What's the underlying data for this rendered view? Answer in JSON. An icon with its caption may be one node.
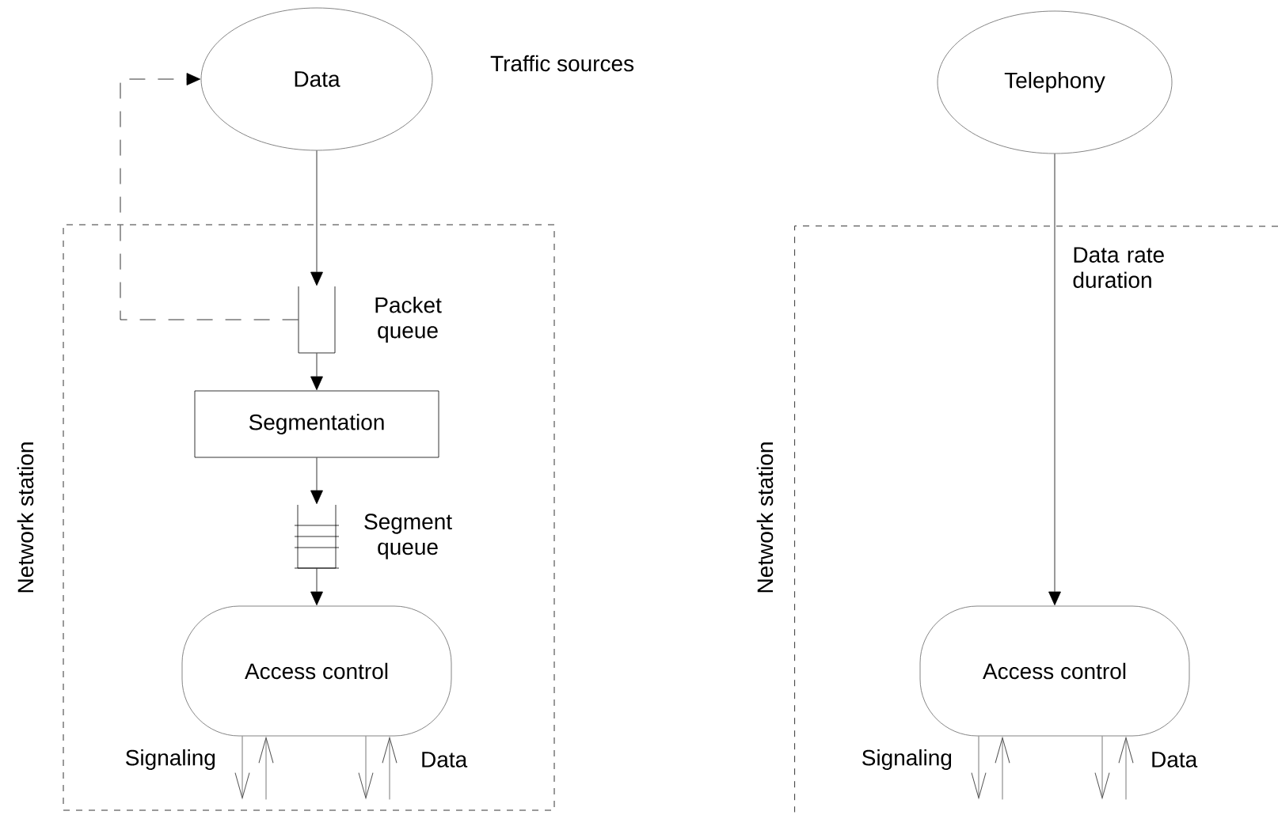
{
  "diagram": {
    "nodes": [
      {
        "text": [
          "Data"
        ]
      },
      {
        "text": [
          "Network station"
        ]
      },
      {
        "text": [],
        "shape": "box",
        "in": 1,
        "beside": [
          "Packet queue"
        ]
      },
      {
        "text": [
          "Segmentation"
        ],
        "in": 1
      },
      {
        "text": [],
        "shape": "box",
        "in": 1,
        "beside": [
          "Segment queue"
        ]
      },
      {
        "text": [
          "Access control"
        ],
        "in": 1
      },
      {
        "text": [
          "Telephony"
        ]
      },
      {
        "text": [
          "Network station"
        ]
      },
      {
        "text": [
          "Access control"
        ],
        "in": 7
      }
    ],
    "edges": [
      {
        "from": 0,
        "to": 2,
        "arrow": "to"
      },
      {
        "from": 2,
        "to": 0,
        "arrow": "to",
        "style": "dashed"
      },
      {
        "from": 2,
        "to": 3,
        "arrow": "to"
      },
      {
        "from": 3,
        "to": 4,
        "arrow": "to"
      },
      {
        "from": 4,
        "to": 5,
        "arrow": "to"
      },
      {
        "from": 6,
        "to": 8,
        "arrow": "to",
        "label": "Data rate duration"
      },
      {
        "from": 5,
        "to": null,
        "arrow": "to",
        "color": "#555555"
      },
      {
        "from": null,
        "to": 5,
        "arrow": "to",
        "color": "#555555"
      },
      {
        "from": 5,
        "to": null,
        "arrow": "to",
        "color": "#555555"
      },
      {
        "from": null,
        "to": 5,
        "arrow": "to",
        "color": "#555555"
      },
      {
        "from": 8,
        "to": null,
        "arrow": "to",
        "color": "#555555"
      },
      {
        "from": null,
        "to": 8,
        "arrow": "to",
        "color": "#555555"
      },
      {
        "from": 8,
        "to": null,
        "arrow": "to",
        "color": "#555555"
      },
      {
        "from": null,
        "to": 8,
        "arrow": "to",
        "color": "#555555"
      }
    ],
    "labels": [
      "Traffic sources",
      "Signaling",
      "Data",
      "Signaling",
      "Data"
    ]
  }
}
